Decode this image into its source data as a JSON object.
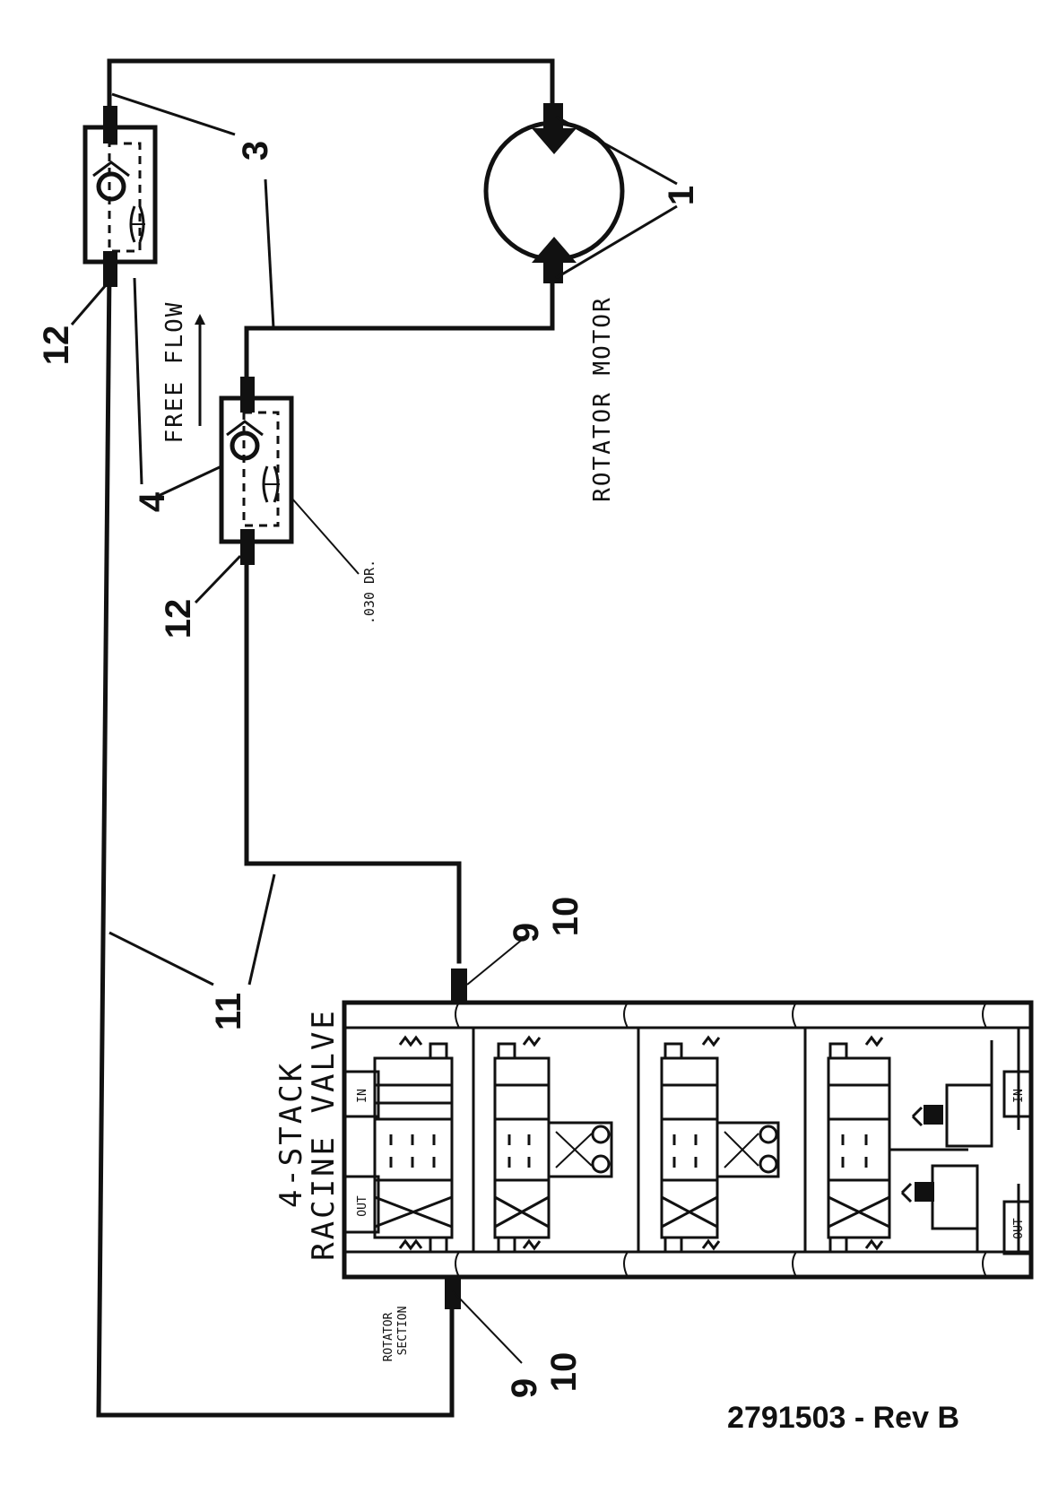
{
  "diagram": {
    "callouts": {
      "one": "1",
      "three": "3",
      "four": "4",
      "nine_top": "9",
      "ten_top": "10",
      "nine_bottom": "9",
      "ten_bottom": "10",
      "eleven": "11",
      "twelve_upper": "12",
      "twelve_lower": "12"
    },
    "labels": {
      "rotator_motor": "ROTATOR MOTOR",
      "free_flow": "FREE FLOW",
      "orifice": ".030 DR.",
      "valve_line1": "4-STACK",
      "valve_line2": "RACINE VALVE",
      "rotator_line1": "ROTATOR",
      "rotator_line2": "SECTION",
      "in_left": "IN",
      "out_left": "OUT",
      "in_right": "IN",
      "out_right": "OUT"
    },
    "footer": "2791503 - Rev B"
  }
}
